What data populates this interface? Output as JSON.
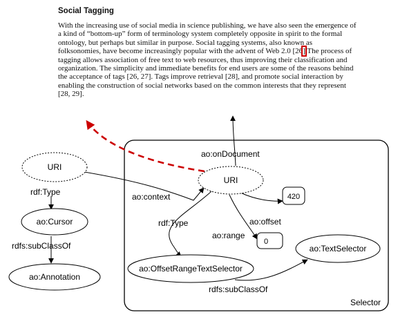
{
  "document": {
    "title": "Social Tagging",
    "para_before": "With the increasing use of social media in science publishing, we have also seen the emergence of a kind of “bottom-up” form of terminology system completely opposite in spirit to the formal ontology, but perhaps but similar in purpose. Social tagging systems, also known as folksonomies, have become increasingly popular with the advent of Web 2.0 [26",
    "para_highlight": "]",
    "para_after": " The process of tagging allows association of free text to web resources, thus improving their classification and organization. The simplicity and immediate benefits for end users are some of the reasons behind the acceptance of tags [26, 27]. Tags improve retrieval [28], and promote social interaction by enabling the construction of social networks based on the common interests that they represent [28, 29]."
  },
  "diagram": {
    "nodes": {
      "uri_left": "URI",
      "cursor": "ao:Cursor",
      "annotation": "ao:Annotation",
      "uri_center": "URI",
      "value_420": "420",
      "value_0": "0",
      "offset_range_selector": "ao:OffsetRangeTextSelector",
      "text_selector": "ao:TextSelector"
    },
    "edges": {
      "rdf_type_left": "rdf:Type",
      "subclass_left": "rdfs:subClassOf",
      "on_document": "ao:onDocument",
      "context": "ao:context",
      "rdf_type_center": "rdf:Type",
      "range": "ao:range",
      "offset": "ao:offset",
      "subclass_right": "rdfs:subClassOf"
    },
    "group_label": "Selector",
    "colors": {
      "pointer_arrow": "#cc0000",
      "stroke": "#000000"
    }
  }
}
